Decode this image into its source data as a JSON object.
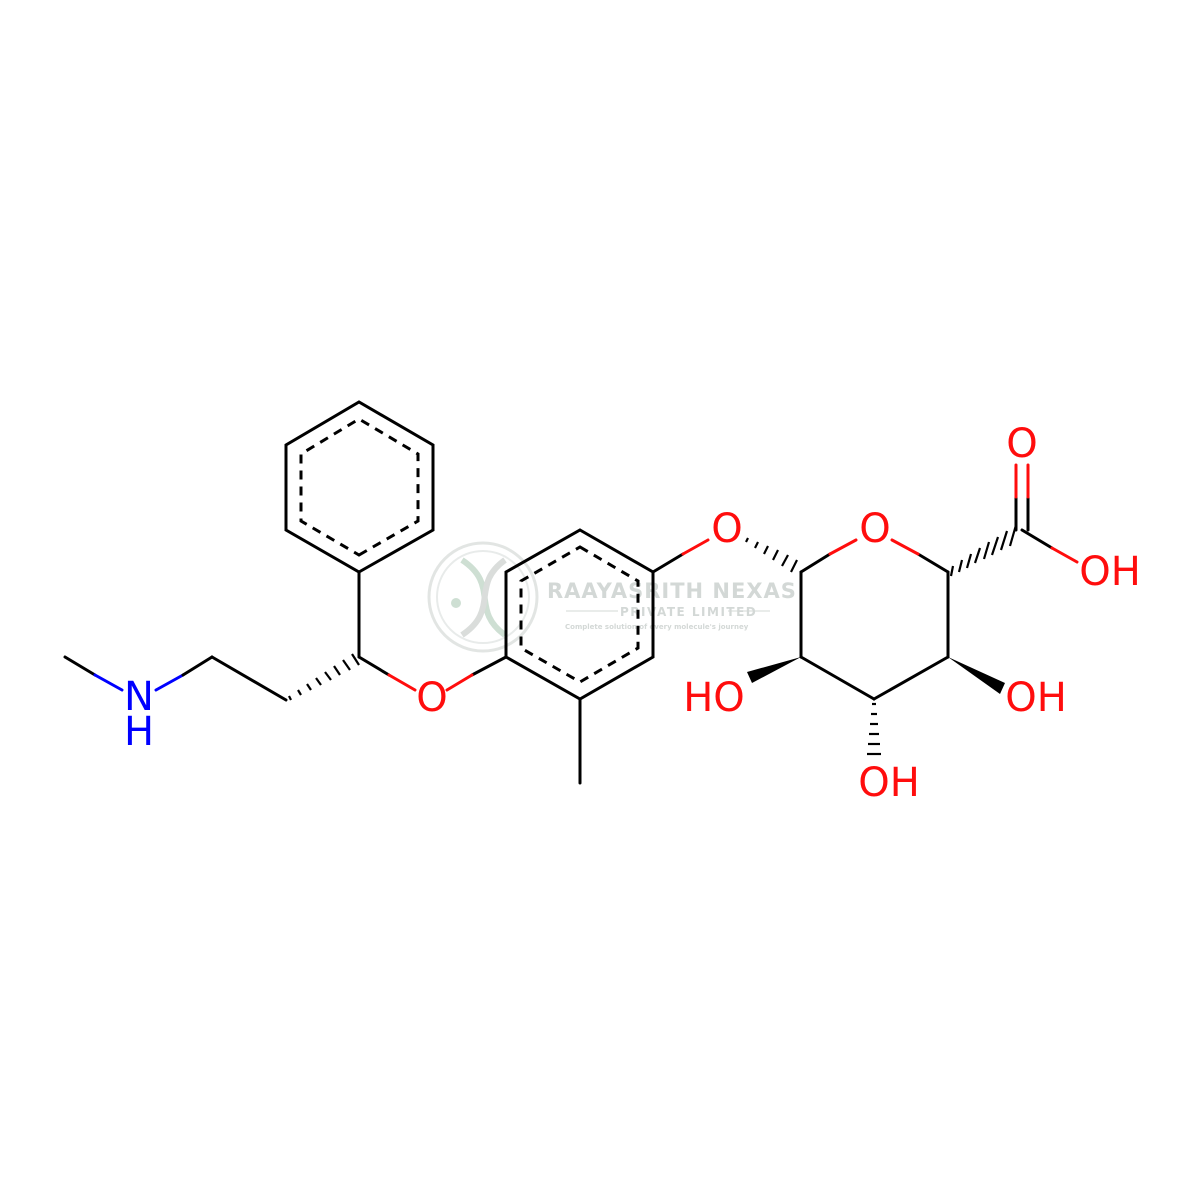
{
  "colors": {
    "bond": "#000000",
    "oxygen": "#ff0d0d",
    "nitrogen": "#0000ff",
    "watermark": "#cfd4d2"
  },
  "labels": {
    "nitrogen": "N",
    "amine_h": "H",
    "ether_o1": "O",
    "ether_o2": "O",
    "ring_o": "O",
    "carbonyl_o": "O",
    "acid_oh": "OH",
    "hydroxyl_left": "HO",
    "hydroxyl_bottom": "OH",
    "hydroxyl_right": "OH"
  },
  "watermark": {
    "logo": "dna-logo",
    "title": "RAAYASRITH NEXAS",
    "subtitle": "PRIVATE LIMITED",
    "tagline": "Complete solution of every molecule's journey"
  }
}
